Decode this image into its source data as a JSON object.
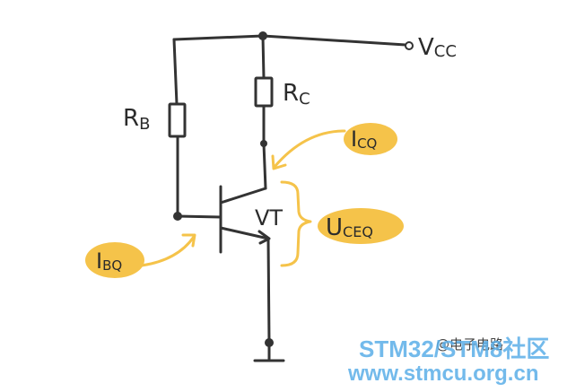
{
  "diagram": {
    "supply_label": "V",
    "supply_sub": "CC",
    "rb_label": "R",
    "rb_sub": "B",
    "rc_label": "R",
    "rc_sub": "C",
    "transistor_label": "VT",
    "icq_label": "I",
    "icq_sub": "CQ",
    "ibq_label": "I",
    "ibq_sub": "BQ",
    "uceq_label": "U",
    "uceq_sub": "CEQ"
  },
  "watermark": {
    "author": "@电子电路",
    "site_name": "STM32/STM8社区",
    "site_url": "www.stmcu.org.cn"
  },
  "colors": {
    "wire": "#333333",
    "highlight": "#f5c34a",
    "watermark": "#5aaee8"
  }
}
